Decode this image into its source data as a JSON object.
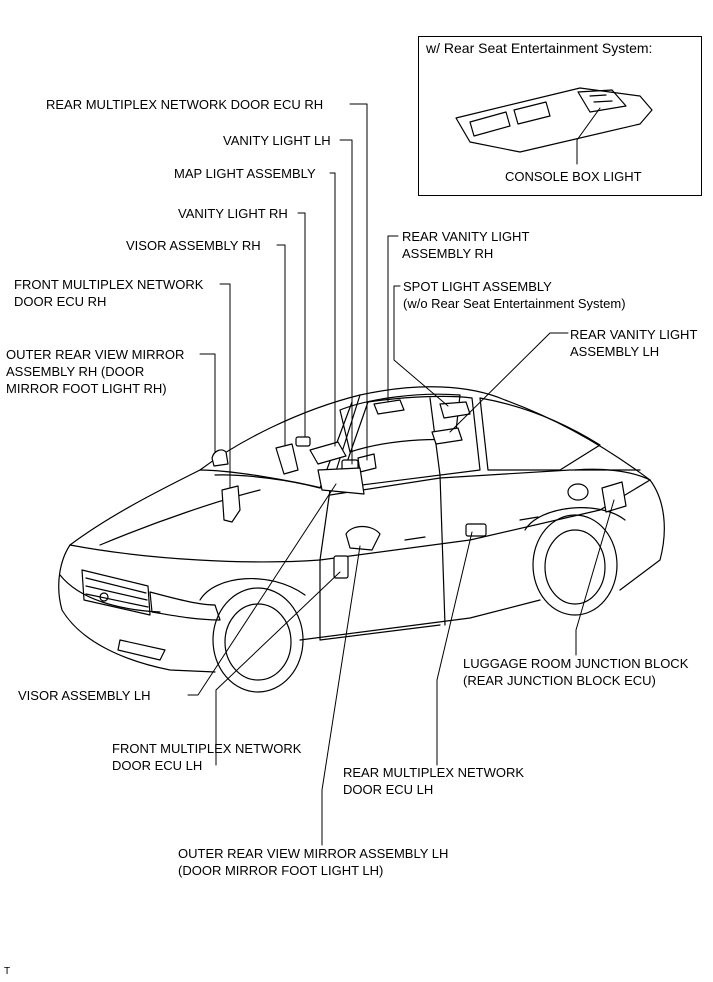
{
  "inset": {
    "title": "w/ Rear Seat Entertainment System:",
    "console_box_light": "CONSOLE BOX LIGHT"
  },
  "labels": {
    "rear_mpx_door_ecu_rh": "REAR MULTIPLEX NETWORK DOOR ECU RH",
    "vanity_light_lh": "VANITY LIGHT LH",
    "map_light_assembly": "MAP LIGHT ASSEMBLY",
    "vanity_light_rh": "VANITY LIGHT RH",
    "visor_assembly_rh": "VISOR ASSEMBLY RH",
    "front_mpx_door_ecu_rh": [
      "FRONT MULTIPLEX NETWORK",
      "DOOR ECU RH"
    ],
    "outer_mirror_rh": [
      "OUTER REAR VIEW MIRROR",
      "ASSEMBLY RH (DOOR",
      "MIRROR FOOT LIGHT RH)"
    ],
    "rear_vanity_light_rh": [
      "REAR VANITY LIGHT",
      "ASSEMBLY RH"
    ],
    "spot_light_assembly": [
      "SPOT LIGHT ASSEMBLY",
      "(w/o Rear Seat Entertainment System)"
    ],
    "rear_vanity_light_lh": [
      "REAR VANITY LIGHT",
      "ASSEMBLY LH"
    ],
    "luggage_room_jb": [
      "LUGGAGE ROOM JUNCTION BLOCK",
      "(REAR JUNCTION BLOCK ECU)"
    ],
    "visor_assembly_lh": "VISOR ASSEMBLY LH",
    "front_mpx_door_ecu_lh": [
      "FRONT MULTIPLEX NETWORK",
      "DOOR ECU LH"
    ],
    "rear_mpx_door_ecu_lh": [
      "REAR MULTIPLEX NETWORK",
      "DOOR ECU LH"
    ],
    "outer_mirror_lh": [
      "OUTER REAR VIEW MIRROR ASSEMBLY LH",
      "(DOOR MIRROR FOOT LIGHT LH)"
    ]
  },
  "figure_code": "T"
}
